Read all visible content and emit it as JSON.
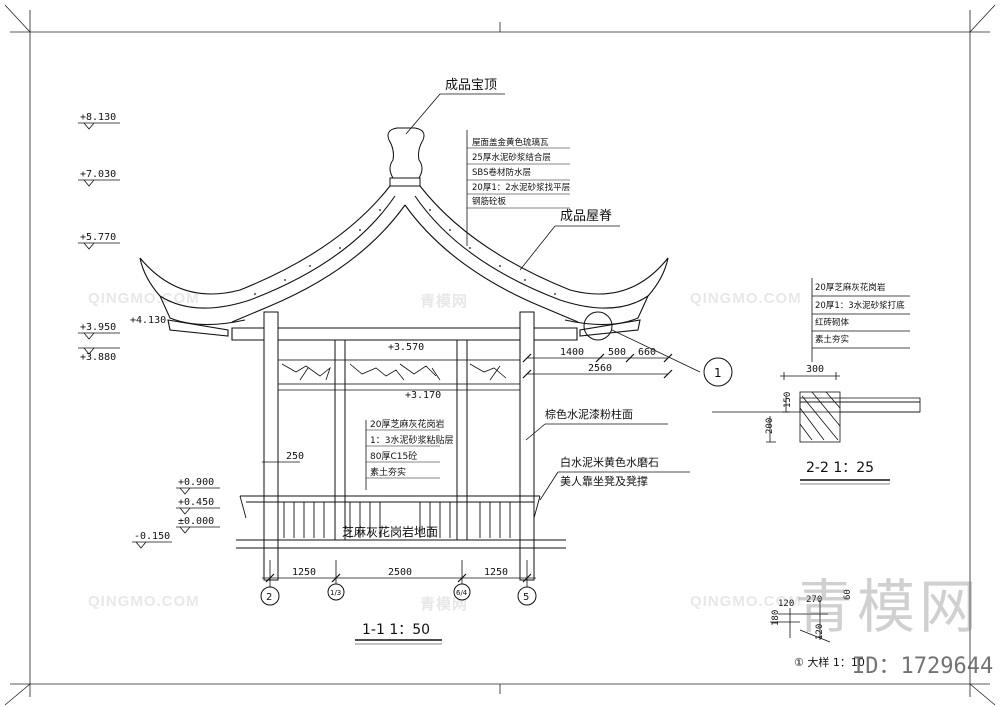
{
  "elevations": [
    "+8.130",
    "+7.030",
    "+5.770",
    "+3.950",
    "+3.880",
    "+4.130",
    "+3.570",
    "+3.170",
    "+0.900",
    "+0.450",
    "±0.000",
    "-0.150"
  ],
  "labels": {
    "finial": "成品宝顶",
    "ridge": "成品屋脊",
    "column_paint": "棕色水泥漆粉柱面",
    "seat_finish": "白水泥米黄色水磨石",
    "seat": "美人靠坐凳及凳撑",
    "floor": "芝麻灰花岗岩地面"
  },
  "roof_layers": [
    "屋面盖金黄色琉璃瓦",
    "25厚水泥砂浆结合层",
    "SBS卷材防水层",
    "20厚1：2水泥砂浆找平层",
    "钢筋砼板"
  ],
  "floor_layers": [
    "20厚芝麻灰花岗岩",
    "1：3水泥砂浆粘贴层",
    "80厚C15砼",
    "素土夯实"
  ],
  "section22_layers": [
    "20厚芝麻灰花岗岩",
    "20厚1：3水泥砂浆打底",
    "红砖砌体",
    "素土夯实"
  ],
  "dims": {
    "d1400": "1400",
    "d500": "500",
    "d660": "660",
    "d2560": "2560",
    "d250": "250",
    "d1250a": "1250",
    "d2500": "2500",
    "d1250b": "1250",
    "d300": "300",
    "d150": "150",
    "d200": "200",
    "d120": "120",
    "d270": "270",
    "d60": "60",
    "d180": "180",
    "d120b": "120"
  },
  "axes": [
    "2",
    "1/3",
    "6/4",
    "5"
  ],
  "callout": "1",
  "titles": {
    "section11": "1-1  1：50",
    "section22": "2-2  1：25",
    "detail": "① 大样 1：10"
  },
  "watermark": {
    "text": "QINGMO.COM",
    "cn": "青模网",
    "big": "青模网",
    "id": "ID：1729644"
  }
}
